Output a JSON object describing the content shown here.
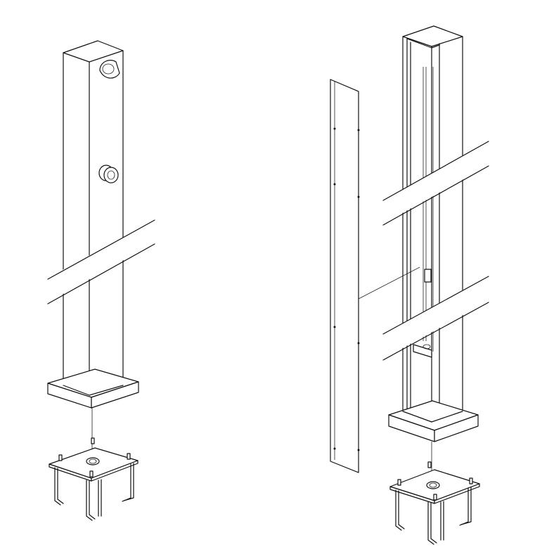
{
  "figure": {
    "kind": "technical-drawing",
    "views": [
      {
        "name": "shower-column-assembled",
        "components": [
          "column-cap",
          "shower-head",
          "push-button-valve",
          "column-body",
          "base-plate",
          "break-lines",
          "anchor-plate",
          "anchor-rods"
        ]
      },
      {
        "name": "shower-column-exploded",
        "components": [
          "front-panel",
          "column-frame",
          "inner-pipe",
          "valve-block",
          "base-plate",
          "break-lines",
          "anchor-plate",
          "anchor-rods"
        ]
      }
    ],
    "line_color": "#111111",
    "background": "#ffffff"
  }
}
